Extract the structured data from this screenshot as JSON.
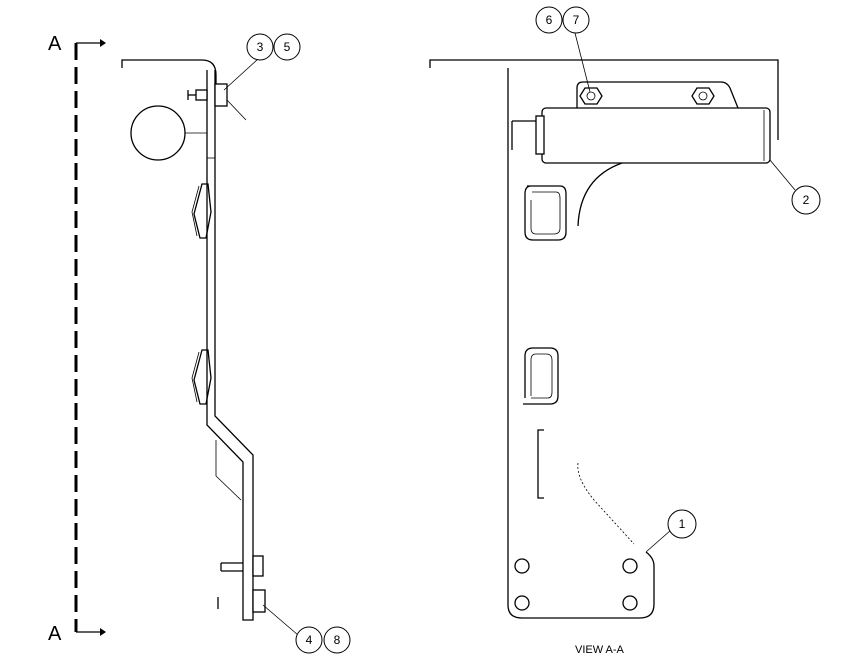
{
  "section_mark": {
    "top": "A",
    "bottom": "A"
  },
  "view_label": "VIEW A-A",
  "callouts": {
    "c3": "3",
    "c5": "5",
    "c4": "4",
    "c8": "8",
    "c6": "6",
    "c7": "7",
    "c2": "2",
    "c1": "1"
  }
}
